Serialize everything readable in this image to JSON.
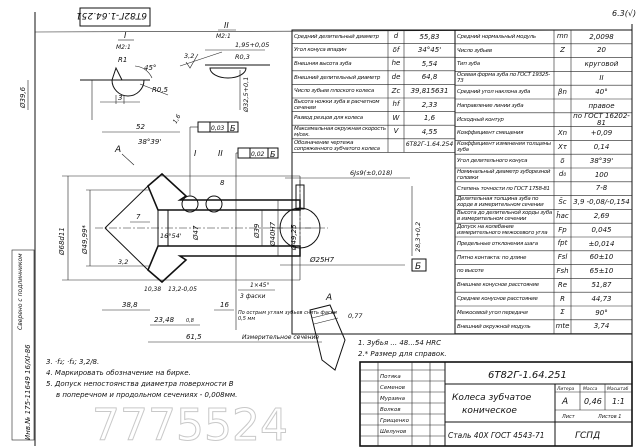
{
  "drawing_number": "6Т82Г-1.64.251",
  "drawing_number_rotated": "6Т82Г-1.64.251",
  "roughness": "6.3(√)",
  "detail_I": {
    "label": "I",
    "scale": "М2:1",
    "r1": "R1",
    "angle": "45°",
    "r05": "R0,5",
    "dim3": "3",
    "dia": "Ø39,6"
  },
  "detail_II": {
    "label": "II",
    "scale": "М2:1",
    "dim": "1,95+0,05",
    "r03": "R0,3",
    "rough": "3,2",
    "dia": "Ø32,5+0,1"
  },
  "section": {
    "d52": "52",
    "view_a": "А",
    "angle_cone": "38°39'",
    "runout1_val": "0,03",
    "runout1_base": "Б",
    "runout2_val": "0,02",
    "runout2_base": "Б",
    "ref_I": "I",
    "ref_II": "II",
    "d8": "8",
    "rough16": "1,6",
    "d68": "Ø68d11",
    "d4999": "Ø49,99*",
    "d7": "7",
    "angle2": "16°54'",
    "d47": "Ø47",
    "d39": "Ø39",
    "d40": "Ø40H7",
    "d4925": "Ø49,25",
    "rough32": "3,2",
    "d1038": "10,38",
    "d132": "13,2-0,05",
    "chamfer": "1×45°",
    "chamfer_count": "3 фаски",
    "d388": "38,8",
    "d16": "16",
    "d2348": "23,48",
    "d615": "61,5",
    "meas_section": "Измерительное сечение",
    "edge_note": "По острым углам зубьев снять фаски 0,5 мм",
    "rough08": "0,8"
  },
  "keyway": {
    "width": "6Js9(±0,018)",
    "depth": "28,3+0,2",
    "bore": "Ø25H7",
    "base": "Б"
  },
  "view_A": {
    "label": "А",
    "dim": "0,77"
  },
  "notes": [
    "1. Зубья  ... 48...54 HRC",
    "2.* Размер для справок.",
    "3. ·f₂; ·f₃; 3,2/8.",
    "4. Маркировать обозначение на бирке.",
    "5. Допуск непостоянства диаметра поверхности В",
    "в поперечном и продольном сечениях - 0,008мм."
  ],
  "params_left": [
    {
      "label": "Средний делительный диаметр",
      "sym": "d",
      "val": "55,83"
    },
    {
      "label": "Угол конуса впадин",
      "sym": "δf",
      "val": "34°45'"
    },
    {
      "label": "Внешняя высота зуба",
      "sym": "he",
      "val": "5,54"
    },
    {
      "label": "Внешний делительный диаметр",
      "sym": "de",
      "val": "64,8"
    },
    {
      "label": "Число зубьев плоского колеса",
      "sym": "Zc",
      "val": "39,815631"
    },
    {
      "label": "Высота ножки зуба в расчетном сечении",
      "sym": "hf",
      "val": "2,33"
    },
    {
      "label": "Развод резцов для колеса",
      "sym": "W",
      "val": "1,6"
    },
    {
      "label": "Максимальная окружная скорость м/сек.",
      "sym": "V",
      "val": "4,55"
    },
    {
      "label": "Обозначение чертежа сопряженного зубчатого колеса",
      "sym": "",
      "val": "6Т82Г-1.64.254"
    }
  ],
  "params_right": [
    {
      "label": "Средний нормальный модуль",
      "sym": "mn",
      "val": "2,0098"
    },
    {
      "label": "Число зубьев",
      "sym": "Z",
      "val": "20"
    },
    {
      "label": "Тип зуба",
      "sym": "",
      "val": "круговой"
    },
    {
      "label": "Осевая форма зуба по ГОСТ 19325-73",
      "sym": "",
      "val": "II"
    },
    {
      "label": "Средний угол наклона зуба",
      "sym": "βn",
      "val": "40°"
    },
    {
      "label": "Направление линии зуба",
      "sym": "",
      "val": "правое"
    },
    {
      "label": "Исходный контур",
      "sym": "",
      "val": "по ГОСТ 16202-81"
    },
    {
      "label": "Коэффициент смещения",
      "sym": "Xn",
      "val": "+0,09"
    },
    {
      "label": "Коэффициент изменения толщины зуба",
      "sym": "Xτ",
      "val": "0,14"
    },
    {
      "label": "Угол делительного конуса",
      "sym": "δ",
      "val": "38°39'"
    },
    {
      "label": "Номинальный диаметр зуборезной головки",
      "sym": "d₀",
      "val": "100"
    },
    {
      "label": "Степень точности по ГОСТ 1758-81",
      "sym": "",
      "val": "7-8"
    },
    {
      "label": "Делительная толщина зуба по хорде в измерительном сечении",
      "sym": "S̄c",
      "val": "3,9 -0,08/-0,154"
    },
    {
      "label": "Высота до делительной хорды зуба в измерительном сечении",
      "sym": "h̄ac",
      "val": "2,69"
    },
    {
      "label": "Допуск на колебание измерительного межосевого угла",
      "sym": "Fp",
      "val": "0,045"
    },
    {
      "label": "Предельные отклонения шага",
      "sym": "fpt",
      "val": "±0,014"
    },
    {
      "label": "Пятно контакта: по длине",
      "sym": "Fsl",
      "val": "60±10"
    },
    {
      "label": "по высоте",
      "sym": "Fsh",
      "val": "65±10"
    },
    {
      "label": "Внешнее конусное расстояние",
      "sym": "Re",
      "val": "51,87"
    },
    {
      "label": "Среднее конусное расстояние",
      "sym": "R",
      "val": "44,73"
    },
    {
      "label": "Межосевой угол передачи",
      "sym": "Σ",
      "val": "90°"
    },
    {
      "label": "Внешний окружной модуль",
      "sym": "mte",
      "val": "3,74"
    }
  ],
  "contact_group_label": "Пятно контакта",
  "title_block": {
    "number": "6Т82Г-1.64.251",
    "name_line1": "Колеса зубчатое",
    "name_line2": "коническое",
    "material": "Сталь 40Х ГОСТ 4543-71",
    "lit_header": "Литера",
    "mass_header": "Масса",
    "scale_header": "Масштаб",
    "lit": "А",
    "mass": "0,46",
    "scale": "1:1",
    "sheet": "Лист",
    "sheets": "Листов 1",
    "org": "ГСПД",
    "signers": [
      "Потяка",
      "Семенов",
      "Мурзина",
      "Волков",
      "Грищенко",
      "Шелунов"
    ]
  },
  "margin": {
    "stamp": "Сверено с подлинником",
    "inv": "Инв.№ 175-11649 16/ХI-86"
  },
  "watermark": "7775524"
}
